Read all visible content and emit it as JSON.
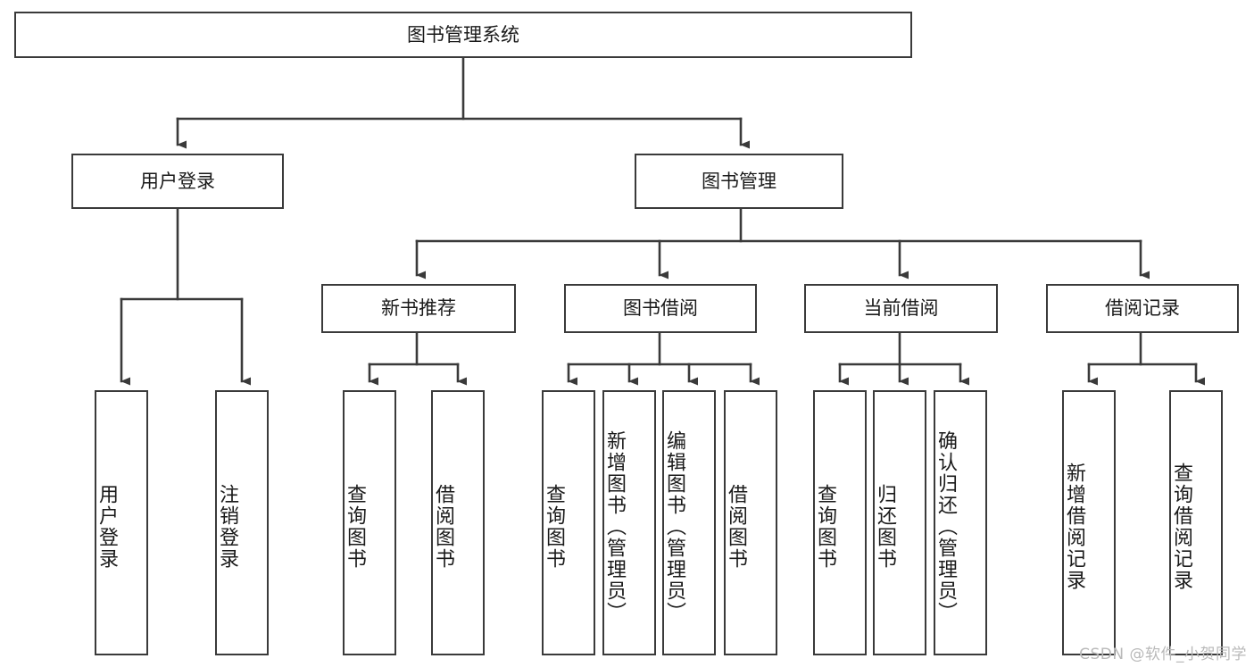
{
  "diagram": {
    "type": "tree-hierarchy",
    "title": "图书管理系统",
    "watermark": "CSDN @软件_小贺同学",
    "style": {
      "background": "#ffffff",
      "node_fill": "#ffffff",
      "node_border": "#3a3a3a",
      "edge_color": "#3a3a3a",
      "text_color": "#1a1a1a",
      "watermark_color": "#b9b9b9"
    },
    "nodes": {
      "root": {
        "label": "图书管理系统",
        "level": 0,
        "orientation": "horizontal"
      },
      "user_login": {
        "label": "用户登录",
        "level": 1,
        "orientation": "horizontal"
      },
      "book_manage": {
        "label": "图书管理",
        "level": 1,
        "orientation": "horizontal"
      },
      "new_book_rec": {
        "label": "新书推荐",
        "level": 2,
        "orientation": "horizontal"
      },
      "book_borrow": {
        "label": "图书借阅",
        "level": 2,
        "orientation": "horizontal"
      },
      "current_borrow": {
        "label": "当前借阅",
        "level": 2,
        "orientation": "horizontal"
      },
      "borrow_record": {
        "label": "借阅记录",
        "level": 2,
        "orientation": "horizontal"
      },
      "leaf_user_login": {
        "label": "用户登录",
        "level": 3,
        "orientation": "vertical"
      },
      "leaf_logout": {
        "label": "注销登录",
        "level": 3,
        "orientation": "vertical"
      },
      "leaf_query_book_1": {
        "label": "查询图书",
        "level": 3,
        "orientation": "vertical"
      },
      "leaf_borrow_book_1": {
        "label": "借阅图书",
        "level": 3,
        "orientation": "vertical"
      },
      "leaf_query_book_2": {
        "label": "查询图书",
        "level": 3,
        "orientation": "vertical"
      },
      "leaf_add_book": {
        "label": "新增图书（管理员）",
        "level": 3,
        "orientation": "vertical"
      },
      "leaf_edit_book": {
        "label": "编辑图书（管理员）",
        "level": 3,
        "orientation": "vertical"
      },
      "leaf_borrow_book_2": {
        "label": "借阅图书",
        "level": 3,
        "orientation": "vertical"
      },
      "leaf_query_book_3": {
        "label": "查询图书",
        "level": 3,
        "orientation": "vertical"
      },
      "leaf_return_book": {
        "label": "归还图书",
        "level": 3,
        "orientation": "vertical"
      },
      "leaf_confirm_return": {
        "label": "确认归还（管理员）",
        "level": 3,
        "orientation": "vertical"
      },
      "leaf_add_record": {
        "label": "新增借阅记录",
        "level": 3,
        "orientation": "vertical"
      },
      "leaf_query_record": {
        "label": "查询借阅记录",
        "level": 3,
        "orientation": "vertical"
      }
    },
    "edges": [
      {
        "from": "root",
        "to": "user_login"
      },
      {
        "from": "root",
        "to": "book_manage"
      },
      {
        "from": "user_login",
        "to": "leaf_user_login"
      },
      {
        "from": "user_login",
        "to": "leaf_logout"
      },
      {
        "from": "book_manage",
        "to": "new_book_rec"
      },
      {
        "from": "book_manage",
        "to": "book_borrow"
      },
      {
        "from": "book_manage",
        "to": "current_borrow"
      },
      {
        "from": "book_manage",
        "to": "borrow_record"
      },
      {
        "from": "new_book_rec",
        "to": "leaf_query_book_1"
      },
      {
        "from": "new_book_rec",
        "to": "leaf_borrow_book_1"
      },
      {
        "from": "book_borrow",
        "to": "leaf_query_book_2"
      },
      {
        "from": "book_borrow",
        "to": "leaf_add_book"
      },
      {
        "from": "book_borrow",
        "to": "leaf_edit_book"
      },
      {
        "from": "book_borrow",
        "to": "leaf_borrow_book_2"
      },
      {
        "from": "current_borrow",
        "to": "leaf_query_book_3"
      },
      {
        "from": "current_borrow",
        "to": "leaf_return_book"
      },
      {
        "from": "current_borrow",
        "to": "leaf_confirm_return"
      },
      {
        "from": "borrow_record",
        "to": "leaf_add_record"
      },
      {
        "from": "borrow_record",
        "to": "leaf_query_record"
      }
    ]
  }
}
